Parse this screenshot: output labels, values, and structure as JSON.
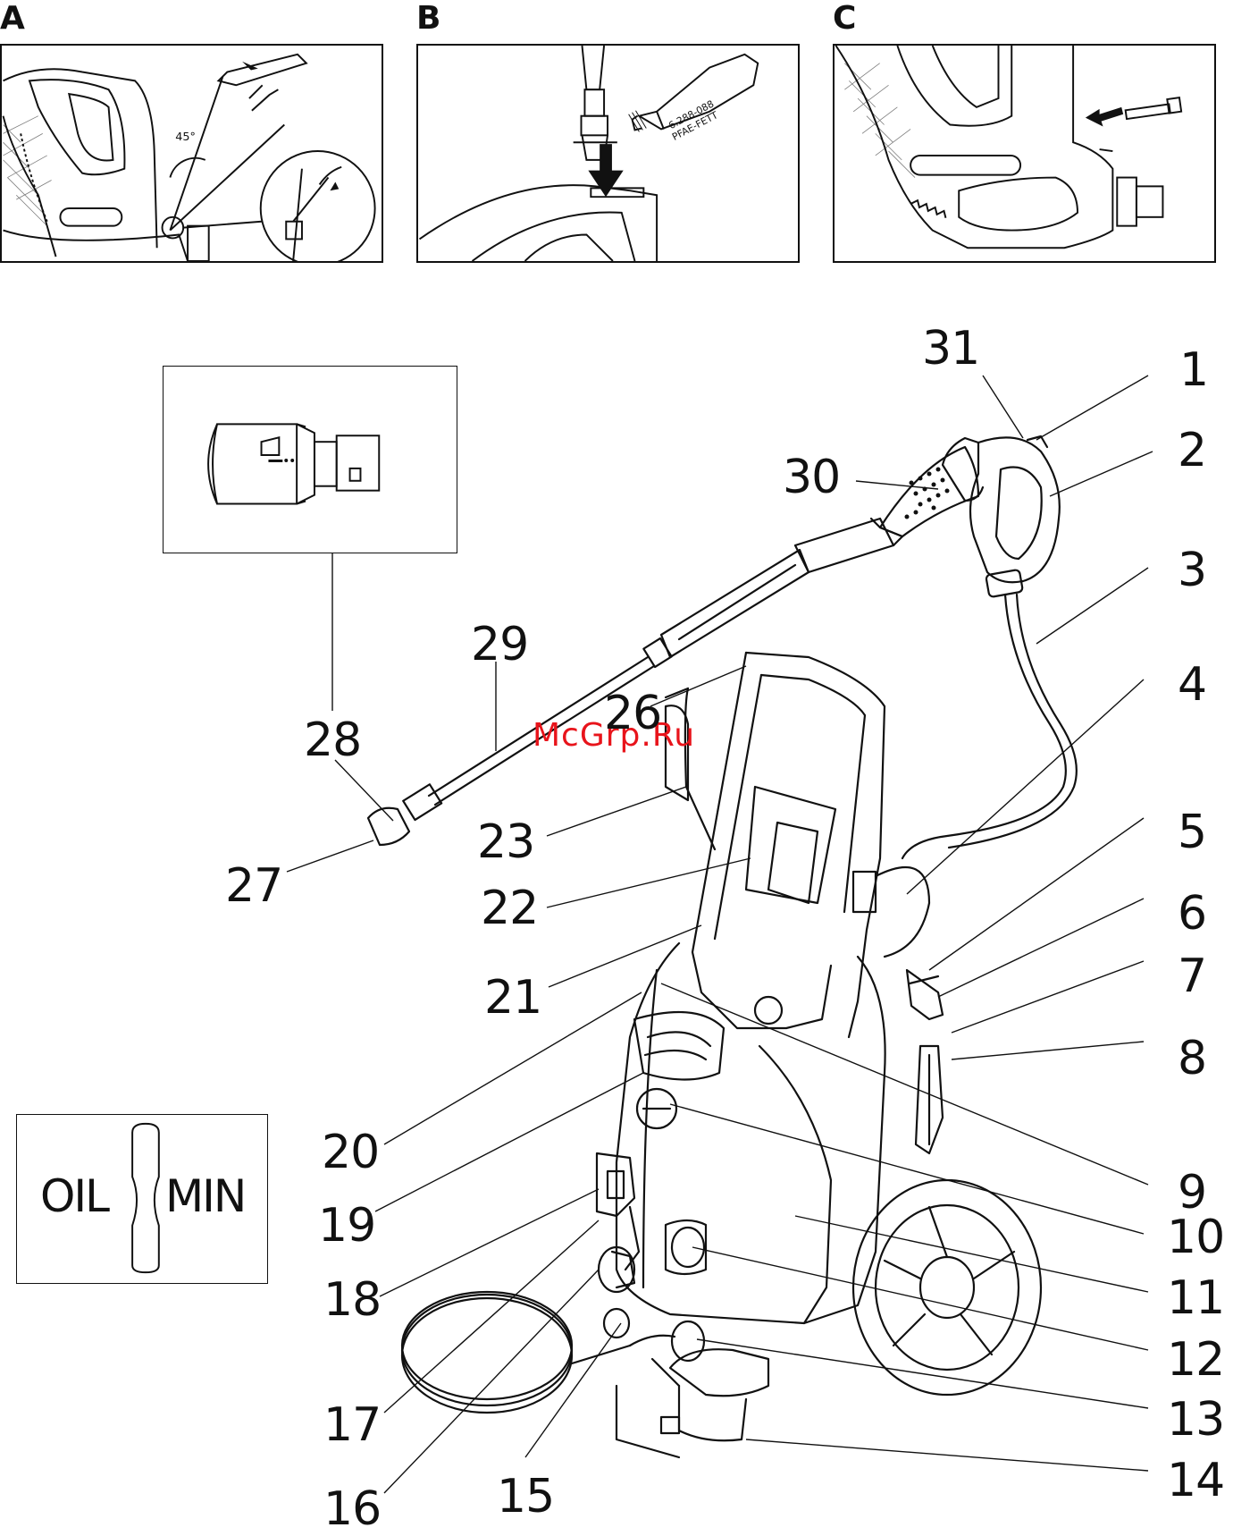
{
  "panels": {
    "a_label": "A",
    "b_label": "B",
    "c_label": "C",
    "a_angle": "45°",
    "b_tube_code": "6.288-088",
    "b_tube_text": "PFAE-FETT"
  },
  "oil_gauge": {
    "oil": "OIL",
    "min": "MIN"
  },
  "watermark": "McGrp.Ru",
  "callouts": [
    "1",
    "2",
    "3",
    "4",
    "5",
    "6",
    "7",
    "8",
    "9",
    "10",
    "11",
    "12",
    "13",
    "14",
    "15",
    "16",
    "17",
    "18",
    "19",
    "20",
    "21",
    "22",
    "23",
    "26",
    "27",
    "28",
    "29",
    "30",
    "31"
  ]
}
